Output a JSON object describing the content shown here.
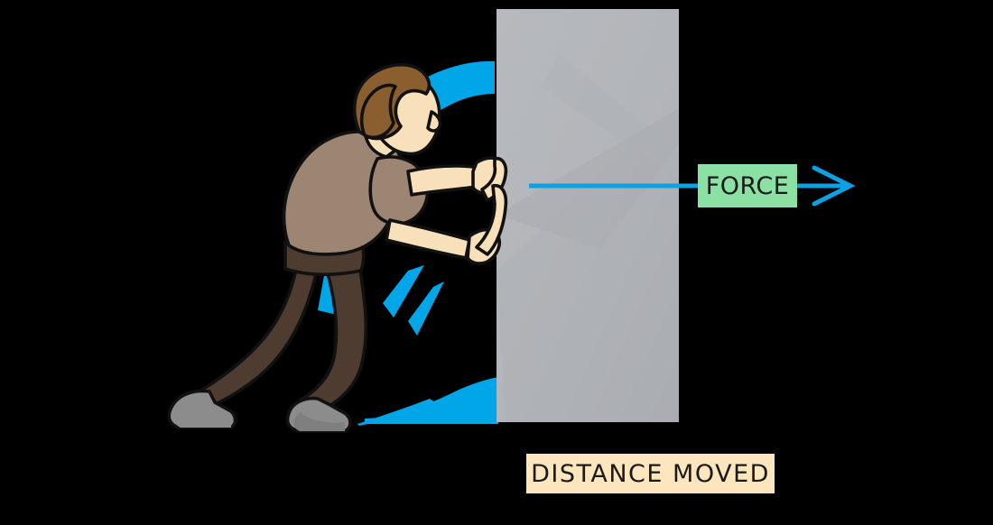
{
  "figure": {
    "title": "Force and Distance Moved",
    "background_color": "#000000",
    "description": "A person pushing a large grey block to the right, with a force arrow and a distance moved label."
  },
  "labels": {
    "force": {
      "text": "FORCE",
      "box_color": "#8BE0A4",
      "text_color": "#1a1a1a"
    },
    "distance": {
      "text": "DISTANCE  MOVED",
      "box_color": "#FDE5BE",
      "text_color": "#1a1a1a"
    }
  },
  "arrow": {
    "name": "force-arrow",
    "color": "#0BA1E2",
    "direction": "right"
  },
  "block": {
    "name": "pushed-block",
    "fill_color": "#B4B7BB",
    "shade_color": "#A8ACB2"
  },
  "person": {
    "name": "person-pushing",
    "hair_color": "#8B5E2F",
    "skin_color": "#F8E0BB",
    "shirt_color": "#9C8573",
    "trousers_color": "#4E3C30",
    "shoe_color": "#8C8C8C",
    "outline_color": "#111111"
  },
  "motion": {
    "name": "motion-swoosh",
    "color": "#00A6E8"
  }
}
